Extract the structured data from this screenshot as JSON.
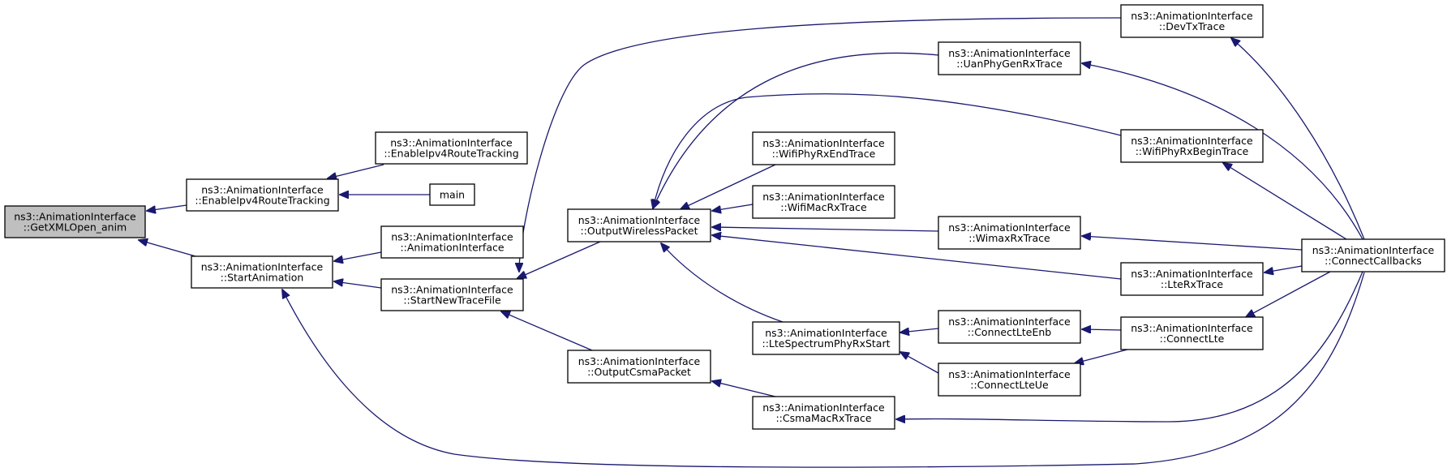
{
  "diagram": {
    "type": "call-graph",
    "nodes": [
      {
        "id": "getxml",
        "lines": [
          "ns3::AnimationInterface",
          "::GetXMLOpen_anim"
        ],
        "highlighted": true
      },
      {
        "id": "enableipv4",
        "lines": [
          "ns3::AnimationInterface",
          "::EnableIpv4RouteTracking"
        ]
      },
      {
        "id": "enableipv4b",
        "lines": [
          "ns3::AnimationInterface",
          "::EnableIpv4RouteTracking"
        ]
      },
      {
        "id": "main",
        "lines": [
          "main"
        ]
      },
      {
        "id": "startanim",
        "lines": [
          "ns3::AnimationInterface",
          "::StartAnimation"
        ]
      },
      {
        "id": "animiface",
        "lines": [
          "ns3::AnimationInterface",
          "::AnimationInterface"
        ]
      },
      {
        "id": "startnew",
        "lines": [
          "ns3::AnimationInterface",
          "::StartNewTraceFile"
        ]
      },
      {
        "id": "outwireless",
        "lines": [
          "ns3::AnimationInterface",
          "::OutputWirelessPacket"
        ]
      },
      {
        "id": "outcsma",
        "lines": [
          "ns3::AnimationInterface",
          "::OutputCsmaPacket"
        ]
      },
      {
        "id": "wifiend",
        "lines": [
          "ns3::AnimationInterface",
          "::WifiPhyRxEndTrace"
        ]
      },
      {
        "id": "wifimac",
        "lines": [
          "ns3::AnimationInterface",
          "::WifiMacRxTrace"
        ]
      },
      {
        "id": "ltespec",
        "lines": [
          "ns3::AnimationInterface",
          "::LteSpectrumPhyRxStart"
        ]
      },
      {
        "id": "csmamac",
        "lines": [
          "ns3::AnimationInterface",
          "::CsmaMacRxTrace"
        ]
      },
      {
        "id": "uanphy",
        "lines": [
          "ns3::AnimationInterface",
          "::UanPhyGenRxTrace"
        ]
      },
      {
        "id": "wimax",
        "lines": [
          "ns3::AnimationInterface",
          "::WimaxRxTrace"
        ]
      },
      {
        "id": "connltenb",
        "lines": [
          "ns3::AnimationInterface",
          "::ConnectLteEnb"
        ]
      },
      {
        "id": "connlteue",
        "lines": [
          "ns3::AnimationInterface",
          "::ConnectLteUe"
        ]
      },
      {
        "id": "devtx",
        "lines": [
          "ns3::AnimationInterface",
          "::DevTxTrace"
        ]
      },
      {
        "id": "wifibegin",
        "lines": [
          "ns3::AnimationInterface",
          "::WifiPhyRxBeginTrace"
        ]
      },
      {
        "id": "lterx",
        "lines": [
          "ns3::AnimationInterface",
          "::LteRxTrace"
        ]
      },
      {
        "id": "connlte",
        "lines": [
          "ns3::AnimationInterface",
          "::ConnectLte"
        ]
      },
      {
        "id": "conncb",
        "lines": [
          "ns3::AnimationInterface",
          "::ConnectCallbacks"
        ]
      }
    ],
    "edges": [
      {
        "from": "enableipv4",
        "to": "getxml"
      },
      {
        "from": "startanim",
        "to": "getxml"
      },
      {
        "from": "enableipv4b",
        "to": "enableipv4"
      },
      {
        "from": "main",
        "to": "enableipv4"
      },
      {
        "from": "animiface",
        "to": "startanim"
      },
      {
        "from": "startnew",
        "to": "startanim"
      },
      {
        "from": "outwireless",
        "to": "startnew"
      },
      {
        "from": "outcsma",
        "to": "startnew"
      },
      {
        "from": "devtx",
        "to": "startnew"
      },
      {
        "from": "wifiend",
        "to": "outwireless"
      },
      {
        "from": "wifimac",
        "to": "outwireless"
      },
      {
        "from": "ltespec",
        "to": "outwireless"
      },
      {
        "from": "uanphy",
        "to": "outwireless"
      },
      {
        "from": "wifibegin",
        "to": "outwireless"
      },
      {
        "from": "wimax",
        "to": "outwireless"
      },
      {
        "from": "lterx",
        "to": "outwireless"
      },
      {
        "from": "csmamac",
        "to": "outcsma"
      },
      {
        "from": "connltenb",
        "to": "ltespec"
      },
      {
        "from": "connlteue",
        "to": "ltespec"
      },
      {
        "from": "conncb",
        "to": "csmamac"
      },
      {
        "from": "conncb",
        "to": "uanphy"
      },
      {
        "from": "conncb",
        "to": "wimax"
      },
      {
        "from": "connlte",
        "to": "connltenb"
      },
      {
        "from": "connlte",
        "to": "connlteue"
      },
      {
        "from": "conncb",
        "to": "devtx"
      },
      {
        "from": "conncb",
        "to": "wifibegin"
      },
      {
        "from": "conncb",
        "to": "lterx"
      },
      {
        "from": "conncb",
        "to": "connlte"
      },
      {
        "from": "conncb",
        "to": "startanim"
      }
    ],
    "colors": {
      "edge": "#191970",
      "highlight_fill": "#bfbfbf",
      "box_stroke": "#000000"
    }
  }
}
